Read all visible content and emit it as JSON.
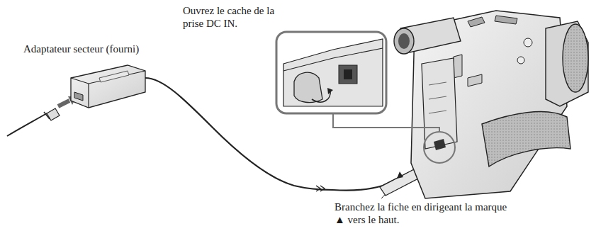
{
  "diagram": {
    "labels": [
      "Ouvrez le cache de la prise DC IN.",
      "Adaptateur secteur (fourni)",
      "Branchez la fiche en dirigeant la marque ▲ vers le haut."
    ]
  }
}
